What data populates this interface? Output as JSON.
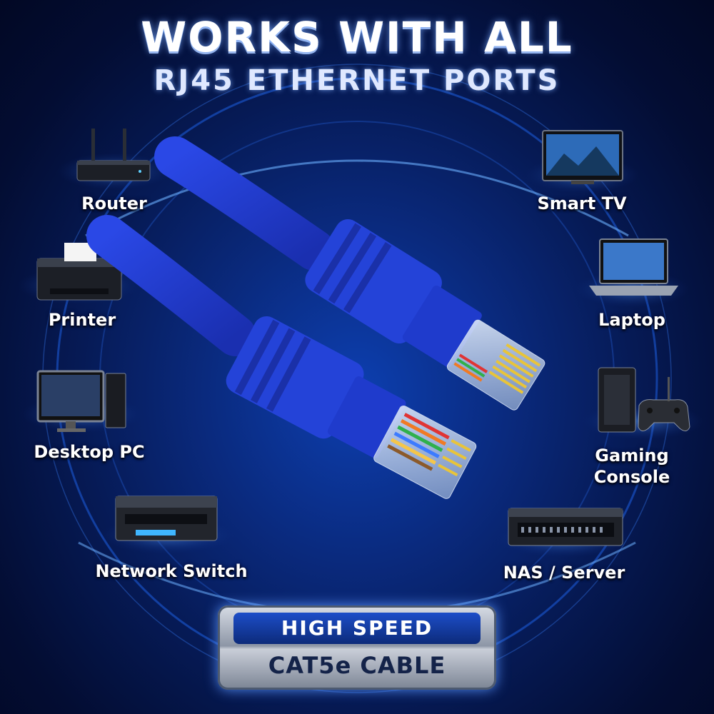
{
  "header": {
    "title_line1": "WORKS WITH ALL",
    "title_line2": "RJ45 ETHERNET PORTS"
  },
  "devices": {
    "router": "Router",
    "printer": "Printer",
    "desktop_pc": "Desktop PC",
    "network_switch": "Network Switch",
    "smart_tv": "Smart TV",
    "laptop": "Laptop",
    "gaming_console_line1": "Gaming",
    "gaming_console_line2": "Console",
    "nas_server": "NAS / Server"
  },
  "badge": {
    "top": "HIGH SPEED",
    "bottom": "CAT5e CABLE"
  },
  "colors": {
    "background": "#061a55",
    "glow": "#3f8cff",
    "cable": "#2340d8",
    "text": "#ffffff"
  },
  "icons": [
    "router-icon",
    "printer-icon",
    "desktop-pc-icon",
    "network-switch-icon",
    "smart-tv-icon",
    "laptop-icon",
    "gaming-console-icon",
    "nas-server-icon",
    "ethernet-cable-icon"
  ]
}
